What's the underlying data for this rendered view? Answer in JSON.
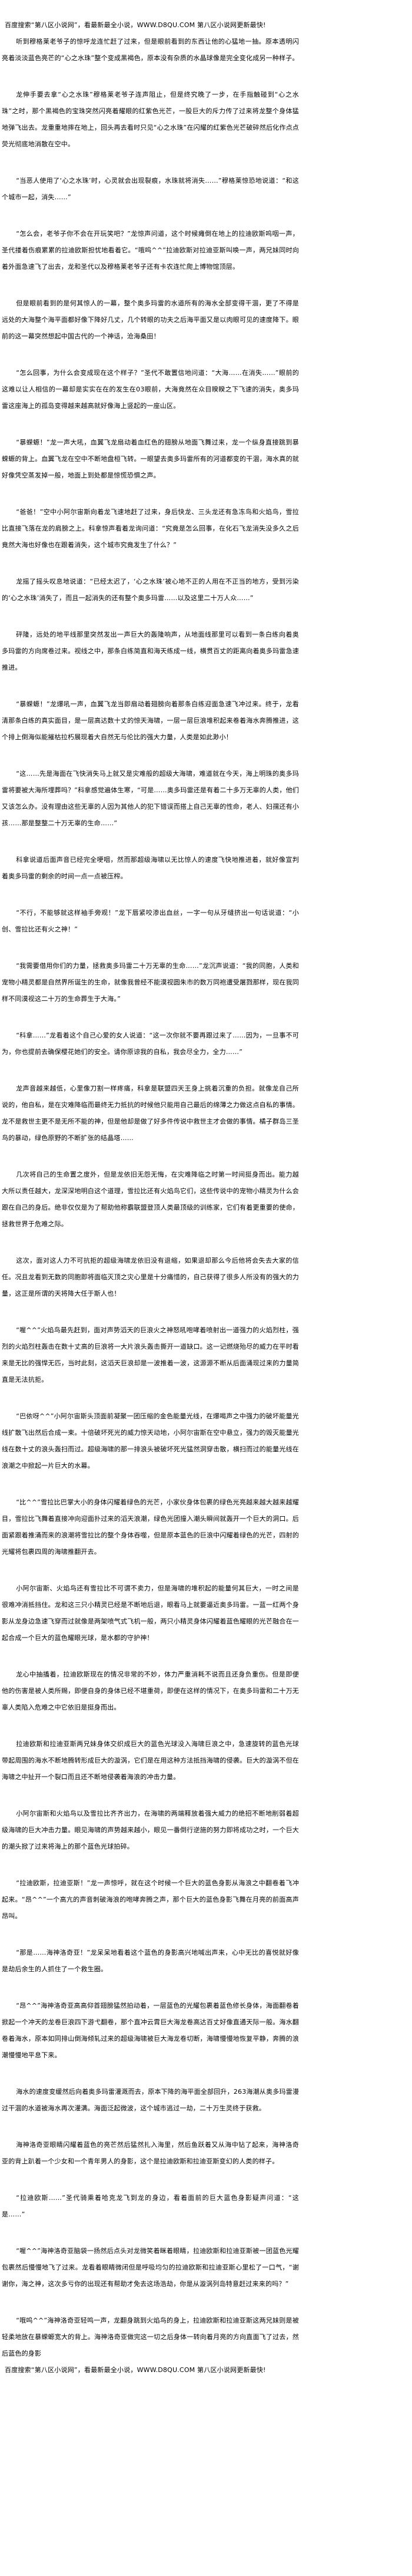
{
  "banner": {
    "top": "百度搜索“第八区小说网”，看最新最全小说，WWW.D8QU.COM   第八区小说网更新最快!",
    "bottom": "百度搜索“第八区小说网”，看最新最全小说，WWW.D8QU.COM   第八区小说网更新最快!"
  },
  "paragraphs": [
    "听到穆格莱老爷子的惊呼龙连忙赶了过来，但是眼前看到的东西让他的心猛地一抽。原本透明闪亮着淡淡蓝色亮芒的“心之水珠”整个变成黑褐色，原本没有杂质的水晶球像是完全变化成另一种样子。",
    "龙伸手要去拿“心之水珠”穆格莱老爷子连声阻止，但是终究晚了一步，在手指触碰到“心之水珠”之时，那个黑褐色的宝珠突然闪亮着耀眼的红紫色光芒，一股巨大的斥力传了过来将龙整个身体猛地弹飞出去。龙重重地摔在地上，回头再去看时只见“心之水珠”在闪耀的红紫色光芒破碎然后化作点点荧光彻底地消散在空中。",
    "“当恶人使用了‘心之水珠’时，心灵就会出现裂痕，水珠就将消失……”穆格莱惊恐地说道：“和这个城市一起，消失……”",
    "“怎么会，老爷子你不会在开玩笑吧？”龙惊声问道，这个时候瘫倒在地上的拉迪欧斯呜咽一声，圣代搂着伤痕累累的拉迪欧斯担忧地看着它。“哦呜^^”拉迪欧斯对拉迪亚斯叫唤一声，两兄妹同时向着外面急速飞了出去，龙和圣代以及穆格莱老爷子还有卡农连忙爬上博物馆顶层。",
    "但是眼前看到的是何其惊人的一幕，整个奥多玛雷的水道所有的海水全部变得干涸，更了不得是远处的大海整个海平面都好像下降好几丈，几个转眼的功夫之后海平面又是以肉眼可见的速度降下。眼前的这一幕突然想起中国古代的一个神话，沧海桑田！",
    "“怎么回事，为什么会变成现在这个样子？”圣代不敢置信地问道：“大海……在消失……”眼前的这难以让人相信的一幕却是实实在在的发生在03眼前，大海竟然在众目睽睽之下飞速的消失，奥多玛雷这座海上的孤岛变得越来越高就好像海上竖起的一座山区。",
    "“暴蝾螈！”龙一声大吼，血翼飞龙扇动着血红色的翅膀从地面飞舞过来，龙一个纵身直接跳到暴蝾螈的背上。血翼飞龙在空中不断地盘桓飞转。一眼望去奥多玛雷所有的河道都变的干涸，海水真的就好像凭空蒸发掉一般，地面上到处都是惊慌恐惧之声。",
    "“爸爸！”空中小阿尔宙斯向着龙飞速地赶了过来，身后快龙、三头龙还有急冻鸟和火焰鸟，雪拉比直接飞落在龙的肩膀之上。科拿惊声看着龙询问道：“究竟是怎么回事，在化石飞龙消失没多久之后竟然大海也好像也在跟着消失，这个城市究竟发生了什么？”",
    "龙摇了摇头叹息地说道：“已经太迟了，‘心之水珠’被心地不正的人用在不正当的地方，受到污染的‘心之水珠’消失了，而且一起消失的还有整个奥多玛雷……以及这里二十万人众……”",
    "砰隆，远处的地平线那里突然发出一声巨大的轰隆响声，从地面线那里可以看到一条白练向着奥多玛雷的方向席卷过来。视线之中，那条白练简直和海天练成一线，横贯百丈的距离向着奥多玛雷急速推进。",
    "“暴蝾螈！”龙爆吼一声，血翼飞龙当即扇动着翅膀向着那条白练迎面急速飞冲过来。终于，龙看清那条白练的真实面目，是一层高达数十丈的惊天海啸，一层一层巨浪堆积起来卷着海水奔腾推进，这个排上倒海似能摧枯拉朽展现着大自然无与伦比的强大力量，人类是如此渺小！",
    "“这……先是海面在飞快消失马上就又是灾难般的超级大海啸，难道就在今天，海上明珠的奥多玛雷将要被大海所埋葬吗？”科拿感觉遍体生寒，“可是……奥多玛雷还是有着二十多万无辜的人类，他们又该怎么办。没有理由这些无辜的人因为其他人的犯下错误而搭上自己无辜的性命，老人、妇孺还有小孩……那是整整二十万无辜的生命……”",
    "科拿说道后面声音已经完全哽咽，然而那超级海啸以无比惊人的速度飞快地推进着，就好像宣判着奥多玛雷的剩余的时间一点一点被压榨。",
    "“不行，不能够就这样袖手旁观！”龙下唇紧咬渗出血丝，一字一句从牙缝挤出一句话说道：“小创、雪拉比还有火之神！”",
    "“我需要借用你们的力量，拯救奥多玛雷二十万无辜的生命……”龙沉声说道：“我的同胞，人类和宠物小精灵都是自然界所诞生的生命，就像我曾经不能漠视圆朱市的数万同袍遭受屠戮那样，现在我同样不同漠视这二十万的生命葬生于大海。”",
    "“科拿……”龙看着这个自己心爱的女人说道：“这一次你就不要再跟过来了……因为，一旦事不可为，你也提前去确保樱花她们的安全。请你原谅我的自私，我会尽全力，全力……”",
    "龙声音越来越低，心里像刀割一样疼痛，科拿是联盟四天王身上挑着沉重的负担。就像龙自己所说的，他自私，是在灾难降临而最终无力抵抗的时候他只能用自己最后的绵薄之力做这点自私的事情。龙不是救世主更不是无所不能的神，但是他却是做了好多件传说中救世主才会做的事情。橘子群岛三圣鸟的暴动，绿色原野的不断扩张的结晶塔……",
    "几次将自己的生命置之度外，但是龙依旧无怨无悔，在灾难降临之时第一时间挺身而出。能力越大所以责任越大，龙深深地明白这个道理，雪拉比还有火焰鸟它们，这些传说中的宠物小精灵为什么会跟在自己的身后。绝非仅仅是为了帮助他称霸联盟登顶人类最顶级的训练家，它们有着更重要的使命，拯救世界于危难之际。",
    "这次，面对这人力不可抗拒的超级海啸龙依旧没有退缩，如果退却那么今后他将会失去大家的信任。况且龙看到无数的同胞即将面临灭顶之灾心里是十分痛惜的，自己获得了很多人所没有的强大的力量，这正是所谓的天将降大任于斯人也！",
    "“喔^^”火焰鸟最先赶到，面对声势滔天的巨浪火之神怒吼咆哮着喷射出一道强力的火焰烈柱，强烈的火焰烈柱轰击在数十丈高的巨浪将一大片浪头轰击撕开一道缺口。这一记燃烧殆尽的威力在平时看来是无比的强悍无匹，当时此刻，这滔天巨浪却是一波推着一波，这源源不断从后面涌现过来的力量简直是无法抗拒。",
    "“巴依呀^^”小阿尔宙斯头顶面前凝聚一团压缩的金色能量光线，在爆喝声之中强力的破坏能量光线扩散飞出然后合成一束。十倍破坏死光的威力惊天动地，小阿尔宙斯在空中悬立，强力的毁灭能量光线在数十丈的浪头轰扫而过。超级海啸的那一排浪头被破坏死光猛然洞穿击散，横扫而过的能量光线在浪潮之中掀起一片巨大的水幕。",
    "“比^^”雪拉比巴掌大小的身体闪耀着绿色的光芒，小家伙身体包裹的绿色光亮越来越大越来越耀目，雪拉比飞舞着直接冲向迎面扑过来的滔天浪潮，绿色光团撞入潮头瞬间就轰开一个巨大的洞口。后面紧跟着推涌而来的浪潮将雪拉比的整个身体吞噬，但是原本蓝色的巨浪中闪耀着绿色的光芒，四射的光耀将包裹四周的海啸推翻开去。",
    "小阿尔宙斯、火焰鸟还有雪拉比不可谓不卖力，但是海啸的堆积起的能量何其巨大，一时之间是很难冲消抵挡住。龙和这三只小精灵已经是不断地后退，眼看马上就要逼近奥多玛雷。一蓝一红两个身影从龙身边急速飞穿而过就像是两架喷气式飞机一般，两只小精灵身体闪耀着蓝色耀眼的光芒融合在一起合成一个巨大的蓝色耀眼光球，是水都的守护神！",
    "龙心中抽搐着，拉迪欧斯现在的情况非常的不妙，体力严重消耗不说而且还身负重伤。但是即便他的伤害是被人类所赐，即便自身的身体已经不堪重荷，即便在这样的情况下，在奥多玛雷和二十万无辜人类陷入危难之中它依旧是挺身而出。",
    "拉迪欧斯和拉迪亚斯两兄妹身体交织成巨大的蓝色光球没入海啸巨浪之中，急速旋转的蓝色光球带起周围的海水不断地腾转形成巨大的漩涡，它们是在用这种方法抵挡海啸的侵袭。巨大的漩涡不但在海啸之中扯开一个裂口而且还不断地侵袭着海浪的冲击力量。",
    "小阿尔宙斯和火焰鸟以及雪拉比齐齐出力，在海啸的两端释放着强大威力的绝招不断地削弱着超级海啸的巨大冲击力量。眼见海啸的声势越来越小，眼见一番倒行逆施的努力即将成功之时，一个巨大的潮头掀了过来将海上的那个蓝色光球拍碎。",
    "“拉迪欧斯，拉迪亚斯！”龙一声惊呼，就在这个时候一个巨大的蓝色身影从海浪之中翻卷着飞冲起来。“昂^^”一个高亢的声音刺破海浪的咆哮奔腾之声，那个巨大的蓝色身影飞舞在月亮的前面高声昂叫。",
    "“那是……海神洛奇亚！”龙呆呆地看着这个蓝色的身影高兴地喊出声来，心中无比的喜悦就好像是劫后余生的人抓住了一个救生圈。",
    "“昂^^”海神洛奇亚高高仰首翅膀猛然拍动着，一层蓝色的光耀包裹着蓝色修长身体，海面翻卷着掀起一个冲天的龙卷巨浪四下游弋翻卷，那个直冲云霄巨大海龙卷高达百丈好像直通天际一般。海水翻卷着海水，原本如同排山倒海倾轧过来的超级海啸被巨大海龙卷切断，海啸慢慢地恢复平静，奔腾的浪潮慢慢地平息下来。",
    "海水的速度变缓然后向着奥多玛雷灌溉而去，原本下降的海平面全部回升，263海潮从奥多玛雷漫过干涸的水道被海水再次灌满。海面泛起微波，这个城市逃过一劫，二十万生灵终于获救。",
    "海神洛奇亚眼睛闪耀着蓝色的亮芒然后猛然扎入海里，然后鱼跃着又从海中钻了起来，海神洛奇亚的背上趴着一个少女和一个青年男人的身影，这个是拉迪欧斯和拉迪亚斯变幻的人类的样子。",
    "“拉迪欧斯……”圣代骑乘着哈克龙飞到龙的身边，看着面前的巨大蓝色身影疑声问道：“这是……”",
    "“喔^^”海神洛奇亚脑袋一扬然后点头对龙微笑着眯着眼睛，拉迪欧斯和拉迪亚斯被一团蓝色光耀包裹然后慢慢地飞了过来。龙看着眼睛微闭但是呼吸均匀的拉迪欧斯和拉迪亚斯心里松了一口气，“谢谢你，海之神，这次多亏你的出现还有帮助才免去这场浩劫，你是从漩涡列岛特意赶过来来的吗？”",
    "“哦呜^^”海神洛奇亚轻鸣一声，龙翻身跳到火焰鸟的身上，拉迪欧斯和拉迪亚斯这两兄妹则是被轻柔地放在暴蝾螈宽大的背上。海神洛奇亚做完这一切之后身体一转向着月亮的方向直面飞了过去，然后蓝色的身影"
  ]
}
